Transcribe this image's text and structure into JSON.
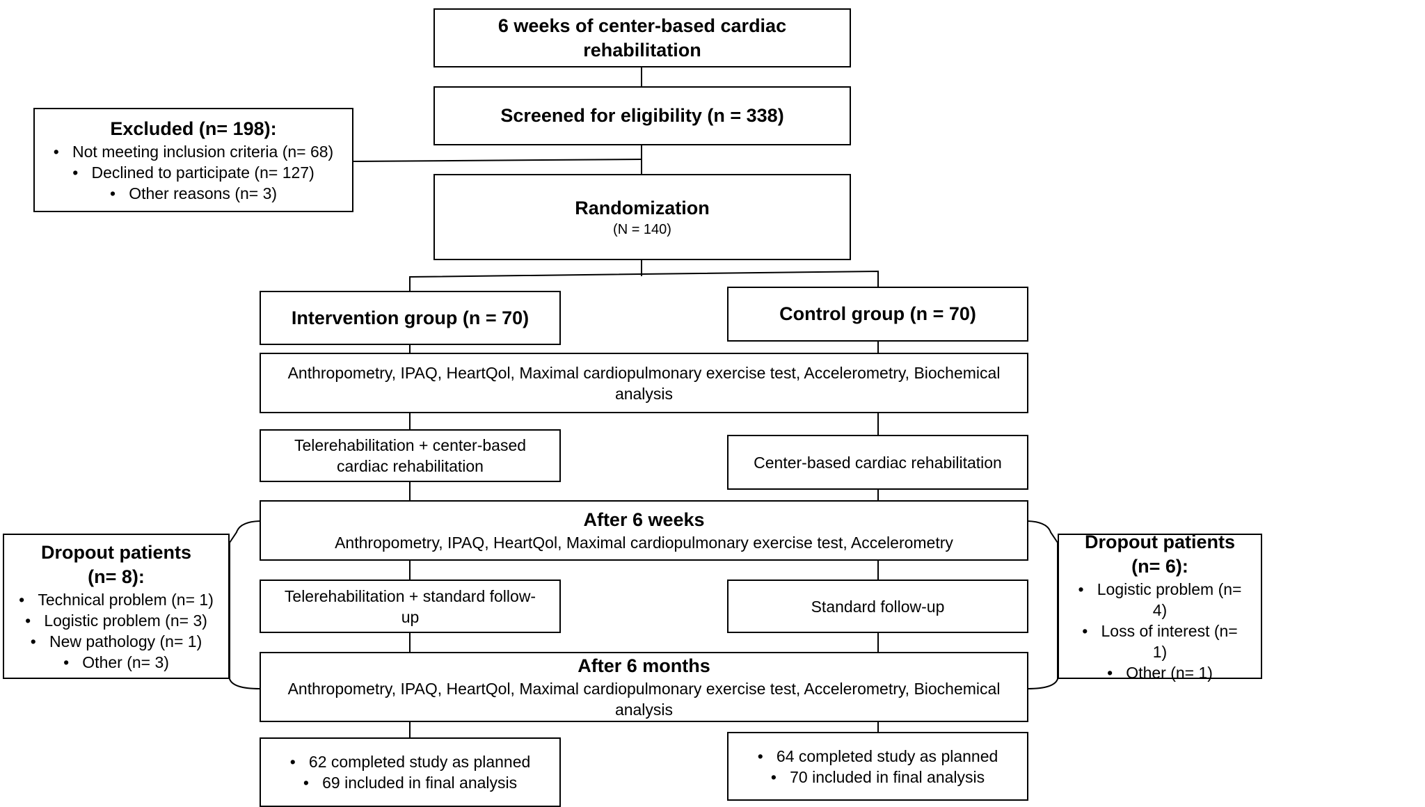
{
  "flowchart": {
    "top": {
      "title": "6 weeks of center-based cardiac rehabilitation"
    },
    "screened": {
      "title": "Screened for eligibility (n = 338)"
    },
    "excluded": {
      "title": "Excluded (n= 198):",
      "items": [
        "Not meeting inclusion criteria (n= 68)",
        "Declined to participate (n= 127)",
        "Other reasons (n= 3)"
      ]
    },
    "randomization": {
      "title": "Randomization",
      "subtitle": "(N = 140)"
    },
    "intervention": {
      "title": "Intervention group (n = 70)"
    },
    "control": {
      "title": "Control group (n = 70)"
    },
    "baseline": {
      "text": "Anthropometry, IPAQ, HeartQol, Maximal cardiopulmonary exercise test, Accelerometry, Biochemical analysis"
    },
    "intervention_phase1": {
      "text": "Telerehabilitation + center-based cardiac rehabilitation"
    },
    "control_phase1": {
      "text": "Center-based cardiac rehabilitation"
    },
    "after_6_weeks": {
      "title": "After 6 weeks",
      "text": "Anthropometry, IPAQ, HeartQol, Maximal cardiopulmonary exercise test, Accelerometry"
    },
    "dropout_left": {
      "title": "Dropout patients (n= 8):",
      "items": [
        "Technical problem (n= 1)",
        "Logistic problem (n= 3)",
        "New pathology (n= 1)",
        "Other (n= 3)"
      ]
    },
    "dropout_right": {
      "title": "Dropout patients (n= 6):",
      "items": [
        "Logistic problem (n= 4)",
        "Loss of interest (n= 1)",
        "Other (n= 1)"
      ]
    },
    "intervention_phase2": {
      "text": "Telerehabilitation + standard follow-up"
    },
    "control_phase2": {
      "text": "Standard follow-up"
    },
    "after_6_months": {
      "title": "After 6 months",
      "text": "Anthropometry, IPAQ, HeartQol, Maximal cardiopulmonary exercise test, Accelerometry, Biochemical analysis"
    },
    "intervention_final": {
      "items": [
        "62 completed study as planned",
        "69 included in final analysis"
      ]
    },
    "control_final": {
      "items": [
        "64 completed study as planned",
        "70 included in final analysis"
      ]
    }
  },
  "colors": {
    "stroke": "#000000",
    "fill": "#ffffff",
    "text": "#000000"
  }
}
